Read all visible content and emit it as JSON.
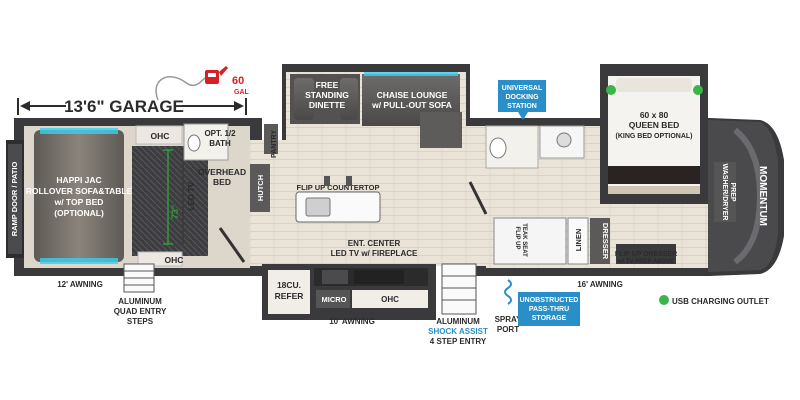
{
  "garage": {
    "dimension": "13'6\" GARAGE"
  },
  "fuel": {
    "amount": "60",
    "unit": "GAL"
  },
  "labels": {
    "ramp_door": "RAMP DOOR / PATIO",
    "happijac_1": "HAPPI JAC",
    "happijac_2": "ROLLOVER SOFA&TABLE",
    "happijac_3": "w/ TOP BED",
    "happijac_4": "(OPTIONAL)",
    "ohc": "OHC",
    "led_tv": "LED TV",
    "dim_73": "73\"",
    "bath_1": "OPT. 1/2",
    "bath_2": "BATH",
    "overhead_1": "OVERHEAD",
    "overhead_2": "BED",
    "pantry": "PANTRY",
    "hutch": "HUTCH",
    "dinette_1": "FREE",
    "dinette_2": "STANDING",
    "dinette_3": "DINETTE",
    "chaise_1": "CHAISE LOUNGE",
    "chaise_2": "w/ PULL-OUT SOFA",
    "flip_countertop": "FLIP UP COUNTERTOP",
    "ent_center_1": "ENT. CENTER",
    "ent_center_2": "LED TV w/ FIREPLACE",
    "refer_1": "18CU.",
    "refer_2": "REFER",
    "micro": "MICRO",
    "docking_1": "UNIVERSAL",
    "docking_2": "DOCKING",
    "docking_3": "STATION",
    "bed_1": "60 x 80",
    "bed_2": "QUEEN BED",
    "bed_3": "(KING BED OPTIONAL)",
    "washer_1": "WASHER/DRYER",
    "washer_2": "PREP",
    "linen": "LINEN",
    "dresser": "DRESSER",
    "flip_dresser_1": "FLIP UP DRESSER",
    "flip_dresser_2": "w/ TV PREP ABOVE",
    "flip_seat_1": "FLIP UP",
    "flip_seat_2": "TEAK SEAT",
    "brand": "MOMENTUM",
    "awning_12": "12' AWNING",
    "awning_10": "10' AWNING",
    "awning_16": "16' AWNING",
    "steps_1": "ALUMINUM",
    "steps_2": "QUAD ENTRY",
    "steps_3": "STEPS",
    "shock_1": "ALUMINUM",
    "shock_2": "SHOCK ASSIST",
    "shock_3": "4 STEP ENTRY",
    "spray_1": "SPRAY",
    "spray_2": "PORT",
    "passthru_1": "UNOBSTRUCTED",
    "passthru_2": "PASS-THRU",
    "passthru_3": "STORAGE",
    "usb_legend": "USB CHARGING OUTLET"
  },
  "colors": {
    "wall": "#3a3a3c",
    "floor": "#e8e1d6",
    "accent_blue": "#2a8fc9",
    "usb_green": "#39b54a",
    "fuel_red": "#d71f26"
  }
}
